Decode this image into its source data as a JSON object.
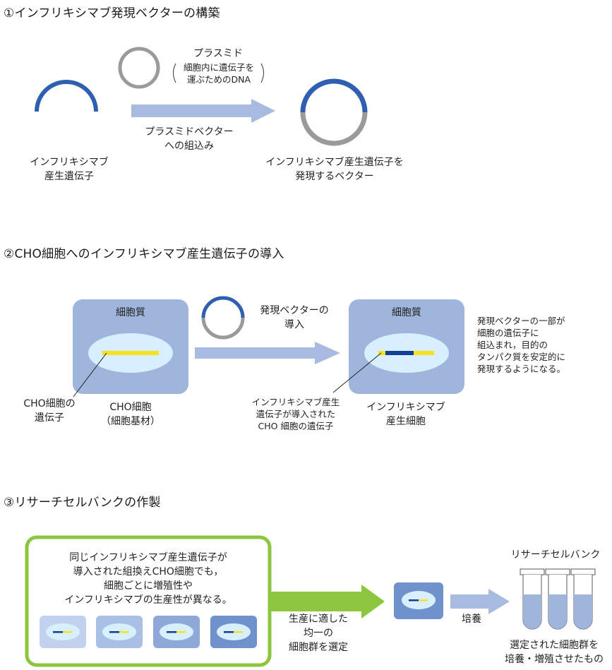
{
  "sections": {
    "s1": "①インフリキシマブ発現ベクターの構築",
    "s2": "②CHO細胞へのインフリキシマブ産生遺伝子の導入",
    "s3": "③リサーチセルバンクの作製"
  },
  "s1": {
    "gene": [
      "インフリキシマブ",
      "産生遺伝子"
    ],
    "plasmid_title": "プラスミド",
    "plasmid_desc": [
      "細胞内に遺伝子を",
      "運ぶためのDNA"
    ],
    "arrow": [
      "プラスミドベクター",
      "への組込み"
    ],
    "vector": [
      "インフリキシマブ産生遺伝子を",
      "発現するベクター"
    ]
  },
  "s2": {
    "cytoplasm_left": "細胞質",
    "cytoplasm_right": "細胞質",
    "arrow": [
      "発現ベクターの",
      "導入"
    ],
    "cho_gene": [
      "CHO細胞の",
      "遺伝子"
    ],
    "cho_cell": [
      "CHO細胞",
      "（細胞基材）"
    ],
    "inserted": [
      "インフリキシマブ産生",
      "遺伝子が導入された",
      "CHO 細胞の遺伝子"
    ],
    "producing_cell": [
      "インフリキシマブ",
      "産生細胞"
    ],
    "note": [
      "発現ベクターの一部が",
      "細胞の遺伝子に",
      "組込まれ，目的の",
      "タンパク質を安定的に",
      "発現するようになる。"
    ]
  },
  "s3": {
    "box_text": [
      "同じインフリキシマブ産生遺伝子が",
      "導入された組換えCHO細胞でも，",
      "細胞ごとに増殖性や",
      "インフリキシマブの生産性が異なる。"
    ],
    "select": [
      "生産に適した",
      "均一の",
      "細胞群を選定"
    ],
    "culture": "培養",
    "bank_title": "リサーチセルバンク",
    "bank_desc": [
      "選定された細胞群を",
      "培養・増殖させたもの"
    ]
  },
  "colors": {
    "gene_blue": "#2f5fb0",
    "plasmid_gray": "#9a9a9a",
    "arrow_blue": "#a7bbe0",
    "cell_blue": "#9fb5dc",
    "nucleus": "#d8efff",
    "gene_yellow": "#f7e31c",
    "gene_navy": "#0f3f96",
    "green": "#8cc63f"
  }
}
